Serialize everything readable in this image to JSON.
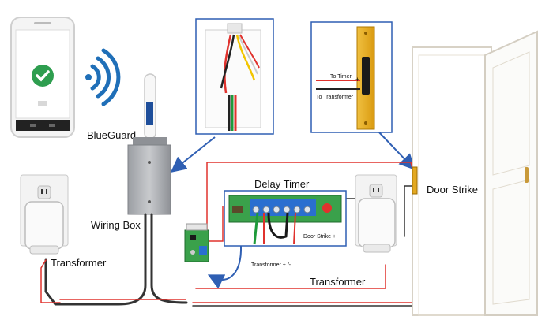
{
  "labels": {
    "blueguard": "BlueGuard",
    "wiring_box": "Wiring Box",
    "transformer_left": "Transformer",
    "transformer_right": "Transformer",
    "delay_timer": "Delay Timer",
    "door_strike": "Door Strike",
    "door_strike_plus": "Door Strike +",
    "transformer_pm": "Transformer + /-",
    "to_timer": "To Timer",
    "to_transformer": "To Transformer",
    "plus_sign": "+",
    "minus_sign": "-"
  },
  "colors": {
    "blue_arrow": "#2f5fb3",
    "wire_red": "#e0322d",
    "wire_black": "#222222",
    "wire_green": "#1e9a3a",
    "wire_yellow": "#f2c500",
    "strike_gold": "#e3a820",
    "board_green": "#3aa14b",
    "phone_check": "#2e9e4f",
    "wifi_blue": "#1f6fb8"
  }
}
